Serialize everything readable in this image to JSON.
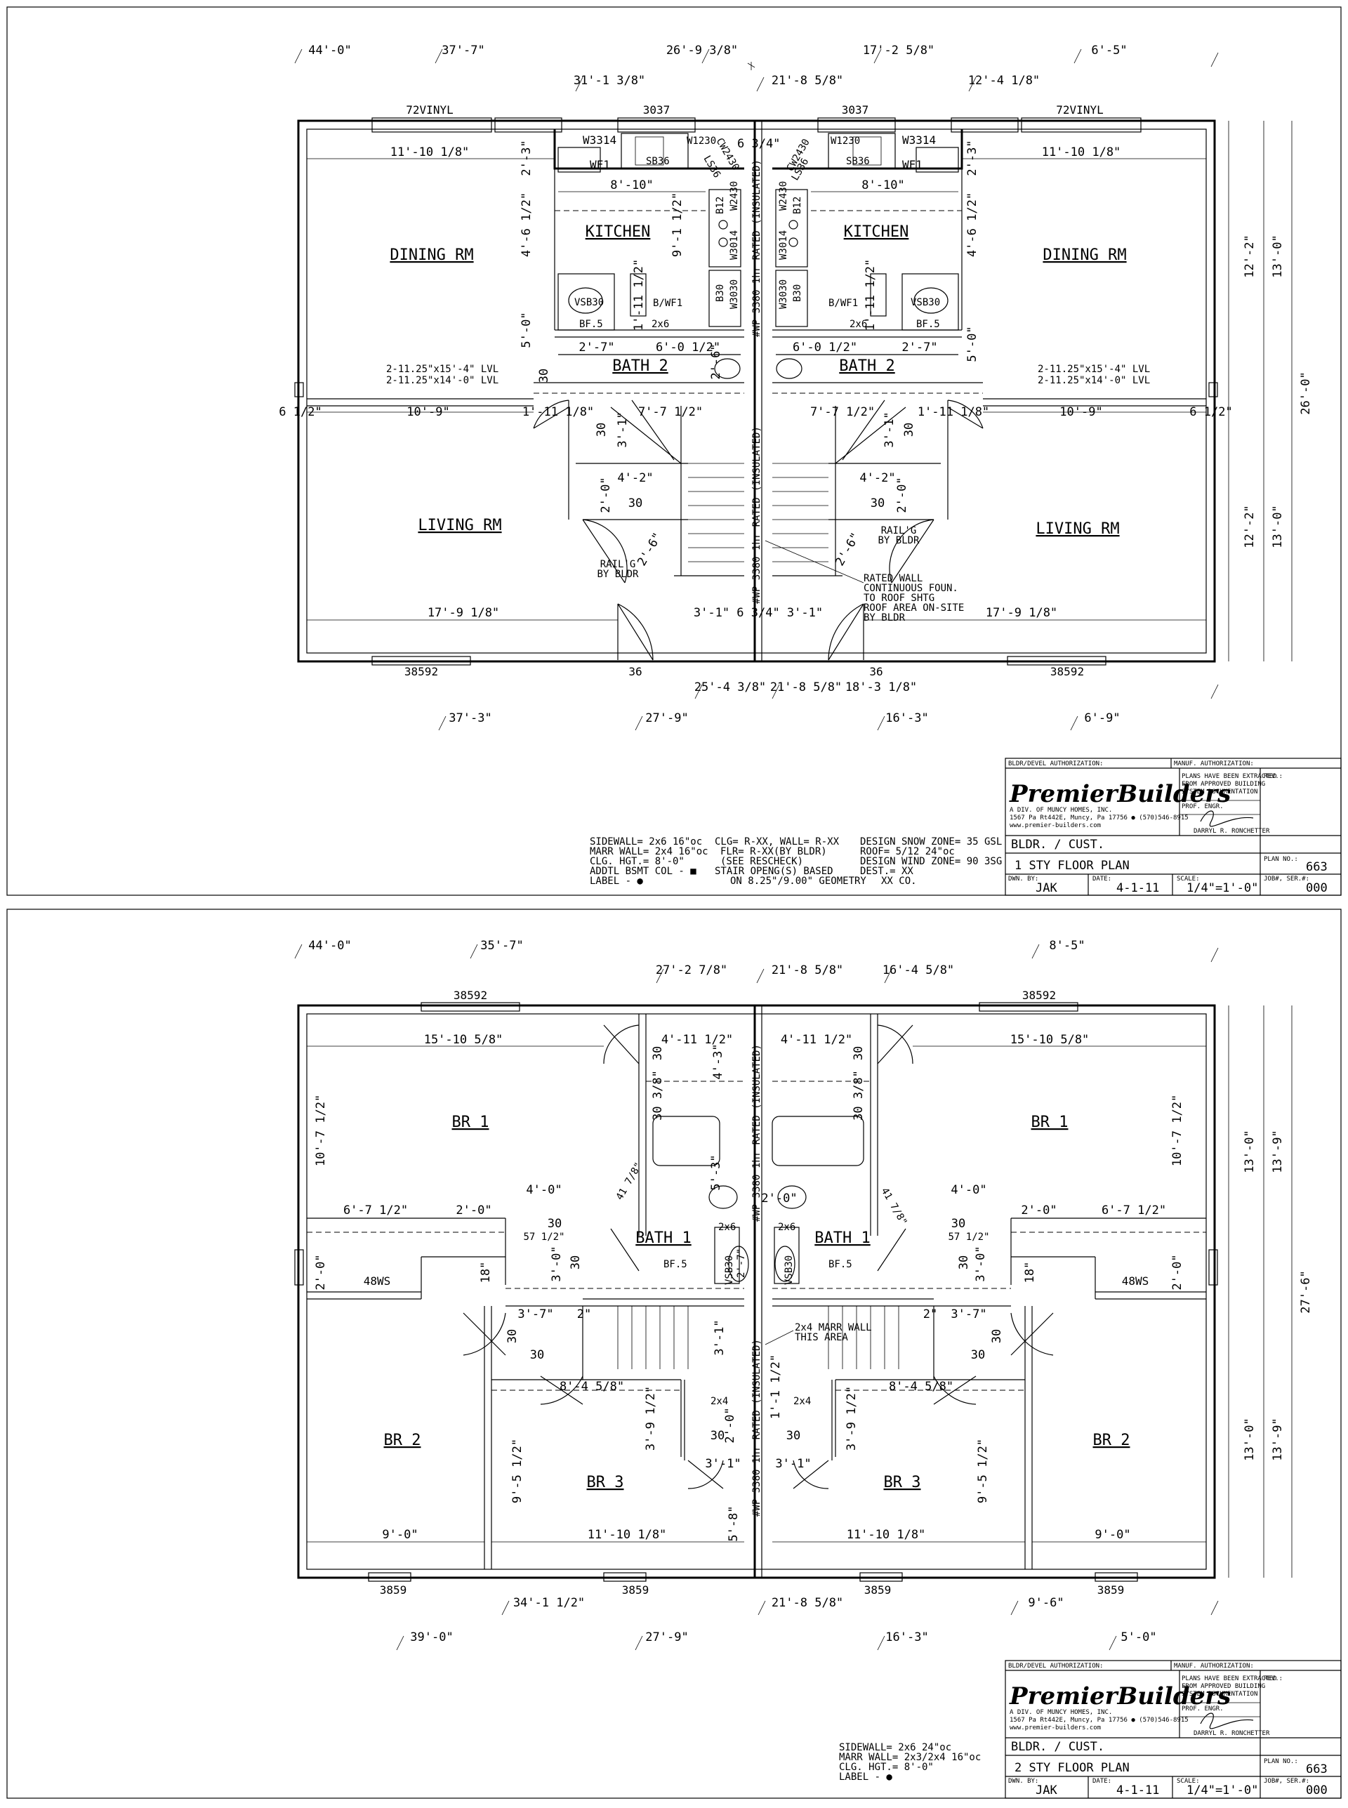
{
  "plan1": {
    "rooms": {
      "dining": "DINING RM",
      "kitchen": "KITCHEN",
      "bath": "BATH 2",
      "living": "LIVING RM"
    },
    "top_dims": [
      "44'-0\"",
      "37'-7\"",
      "26'-9 3/8\"",
      "17'-2 5/8\"",
      "6'-5\""
    ],
    "top_dims2": [
      "31'-1 3/8\"",
      "21'-8 5/8\"",
      "12'-4 1/8\""
    ],
    "window_labels": {
      "vinyl": "72VINYL",
      "w3037": "3037",
      "slider": "38592",
      "door": "36"
    },
    "int_dims": {
      "dining_w": "11'-10 1/8\"",
      "kitchen_w": "8'-10\"",
      "mid": "6 3/4\"",
      "v_2_3": "2'-3\"",
      "v_4_6": "4'-6 1/2\"",
      "v_9_1": "9'-1 1/2\"",
      "v_5_0": "5'-0\"",
      "v_1_11": "1'-11 1/2\"",
      "b_2_7": "2'-7\"",
      "b_6_0": "6'-0 1/2\"",
      "b_2_6": "2'-6\"",
      "r_6": "6 1/2\"",
      "r_10_9": "10'-9\"",
      "r_1_11": "1'-11 1/8\"",
      "r_7_7": "7'-7 1/2\"",
      "s_4_2": "4'-2\"",
      "s_2_0": "2'-0\"",
      "s_3_1": "3'-1\"",
      "s_2_6": "2'-6\"",
      "living_w": "17'-9 1/8\"",
      "center": "3'-1\" 6 3/4\" 3'-1\"",
      "c_30": "30",
      "c_3_1": "3'-1\""
    },
    "fixtures": {
      "w3314": "W3314",
      "wf1": "WF1",
      "sb36": "SB36",
      "w1230": "W1230",
      "cw2430": "CW2430",
      "ls36": "LS36",
      "w2430": "W2430",
      "b12": "B12",
      "w3014": "W3014",
      "b30": "B30",
      "w3030": "W3030",
      "vsb30": "VSB30",
      "bwf1": "B/WF1",
      "bf5": "BF.5",
      "x2x6": "2x6"
    },
    "lvl": [
      "2-11.25\"x15'-4\" LVL",
      "2-11.25\"x14'-0\" LVL"
    ],
    "rated_wall": "#WP 3380 1hr RATED (INSULATED)",
    "railg": [
      "RAIL'G",
      "BY BLDR"
    ],
    "rated_note": [
      "RATED WALL",
      "CONTINUOUS FOUN.",
      "TO ROOF SHTG",
      "ROOF AREA ON-SITE",
      "BY BLDR"
    ],
    "bottom_dims": [
      "25'-4 3/8\"",
      "21'-8 5/8\"",
      "18'-3 1/8\""
    ],
    "bottom_dims2": [
      "37'-3\"",
      "27'-9\"",
      "16'-3\"",
      "6'-9\""
    ],
    "right_dims": [
      "12'-2\"",
      "13'-0\"",
      "26'-0\"",
      "12'-2\"",
      "13'-0\""
    ],
    "notes": {
      "c1": [
        "SIDEWALL=  2x6 16\"oc",
        "MARR WALL=  2x4 16\"oc",
        "CLG. HGT.=  8'-0\"",
        "ADDTL BSMT COL - ■",
        "LABEL - ●"
      ],
      "c2": [
        "CLG= R-XX, WALL= R-XX",
        "FLR= R-XX(BY BLDR)",
        "(SEE RESCHECK)",
        "STAIR OPENG(S) BASED",
        "ON 8.25\"/9.00\" GEOMETRY"
      ],
      "c3": [
        "DESIGN SNOW ZONE= 35 GSL",
        "ROOF= 5/12 24\"oc",
        "DESIGN WIND ZONE= 90 3SG",
        "DEST.= XX",
        "XX CO."
      ]
    },
    "title_block": {
      "h_bldr": "BLDR/DEVEL AUTHORIZATION:",
      "h_manuf": "MANUF. AUTHORIZATION:",
      "brand": "PremierBuilders",
      "addr": [
        "A DIV. OF MUNCY HOMES, INC.",
        "1567 Pa Rt442E, Muncy, Pa 17756  ●  (570)546-8915",
        "www.premier-builders.com"
      ],
      "stamp": [
        "PLANS HAVE BEEN EXTRACTED",
        "FROM APPROVED BUILDING",
        "SYSTEM DOCUMENTATION"
      ],
      "prof": "PROF. ENGR.",
      "engr": "DARRYL R. RONCHETTER",
      "rev": "REV.:",
      "cust": "BLDR. / CUST.",
      "plan_no_label": "PLAN NO.:",
      "plan_no": "663",
      "sheet_title": "1 STY FLOOR PLAN",
      "job_label": "JOB#, SER.#:",
      "job": "000",
      "dwn_label": "DWN. BY:",
      "dwn": "JAK",
      "date_label": "DATE:",
      "date": "4-1-11",
      "scale_label": "SCALE:",
      "scale": "1/4\"=1'-0\""
    }
  },
  "plan2": {
    "rooms": {
      "br1": "BR 1",
      "bath": "BATH 1",
      "br2": "BR 2",
      "br3": "BR 3"
    },
    "top_dims": [
      "44'-0\"",
      "35'-7\"",
      "8'-5\""
    ],
    "top_dims2": [
      "27'-2 7/8\"",
      "21'-8 5/8\"",
      "16'-4 5/8\""
    ],
    "window_labels": {
      "top": "38592",
      "bottom": "3859",
      "ws": "48WS"
    },
    "int_dims": {
      "br1_w": "15'-10 5/8\"",
      "bath_w": "4'-11 1/2\"",
      "v_4_3": "4'-3\"",
      "v_30": "30",
      "v_30_3_8": "30 3/8\"",
      "br1_h": "10'-7 1/2\"",
      "c_4_0": "4'-0\"",
      "c_6_7": "6'-7 1/2\"",
      "c_2_0": "2'-0\"",
      "c_57": "57 1/2\"",
      "c_41": "41 7/8\"",
      "c_5_3": "5'-3\"",
      "c_2_0b": "2'-0\"",
      "c_3_0": "3'-0\"",
      "c_18": "18\"",
      "c_2_0v": "2'-0\"",
      "h_3_7": "3'-7\"",
      "h_2": "2\"",
      "h_3_1": "3'-1\"",
      "br3_84": "8'-4 5/8\"",
      "v_3_9": "3'-9 1/2\"",
      "v_1_2": "1'-1 1/2\"",
      "v_2x4": "2x4",
      "br2_h": "9'-5 1/2\"",
      "v_5_8": "5'-8\"",
      "br2_w": "9'-0\"",
      "br3_w": "11'-10 1/8\"",
      "c_30": "30",
      "s_3_1": "3'-1\""
    },
    "fixtures": {
      "vsb30": "VSB30",
      "bf5": "BF.5",
      "x2x6": "2x6",
      "w27": "2'-7\""
    },
    "marr_note": [
      "2x4 MARR WALL",
      "THIS AREA"
    ],
    "rated_wall": "#WP 3380 1hr RATED (INSULATED)",
    "bottom_dims": [
      "34'-1 1/2\"",
      "21'-8 5/8\"",
      "9'-6\""
    ],
    "bottom_dims2": [
      "39'-0\"",
      "27'-9\"",
      "16'-3\"",
      "5'-0\""
    ],
    "right_dims": [
      "13'-0\"",
      "13'-9\"",
      "27'-6\"",
      "13'-0\"",
      "13'-9\""
    ],
    "notes": {
      "c1": [
        "SIDEWALL=   2x6 24\"oc",
        "MARR WALL=  2x3/2x4 16\"oc",
        "CLG. HGT.=  8'-0\"",
        "LABEL - ●"
      ]
    },
    "title_block": {
      "h_bldr": "BLDR/DEVEL AUTHORIZATION:",
      "h_manuf": "MANUF. AUTHORIZATION:",
      "brand": "PremierBuilders",
      "addr": [
        "A DIV. OF MUNCY HOMES, INC.",
        "1567 Pa Rt442E, Muncy, Pa 17756  ●  (570)546-8915",
        "www.premier-builders.com"
      ],
      "stamp": [
        "PLANS HAVE BEEN EXTRACTED",
        "FROM APPROVED BUILDING",
        "SYSTEM DOCUMENTATION"
      ],
      "prof": "PROF. ENGR.",
      "engr": "DARRYL R. RONCHETTER",
      "rev": "REV.:",
      "cust": "BLDR. / CUST.",
      "plan_no_label": "PLAN NO.:",
      "plan_no": "663",
      "sheet_title": "2 STY FLOOR PLAN",
      "job_label": "JOB#, SER.#:",
      "job": "000",
      "dwn_label": "DWN. BY:",
      "dwn": "JAK",
      "date_label": "DATE:",
      "date": "4-1-11",
      "scale_label": "SCALE:",
      "scale": "1/4\"=1'-0\""
    }
  }
}
